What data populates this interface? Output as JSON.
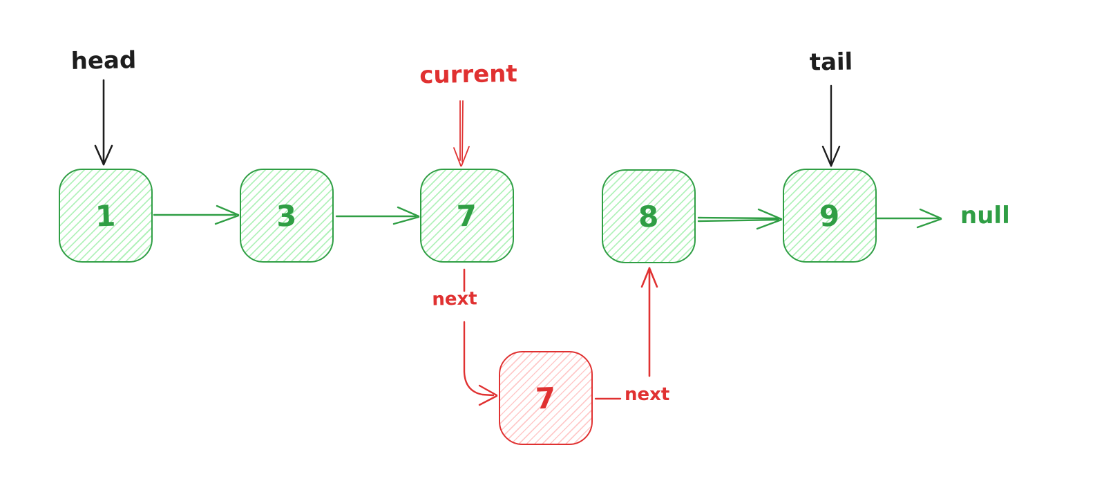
{
  "colors": {
    "green": "#2f9e44",
    "green_fill": "#b2f2bb",
    "red": "#e03131",
    "red_fill": "#ffc9c9",
    "ink": "#1e1e1e"
  },
  "pointers": {
    "head_label": "head",
    "current_label": "current",
    "tail_label": "tail"
  },
  "list_nodes": [
    {
      "value": "1"
    },
    {
      "value": "3"
    },
    {
      "value": "7"
    },
    {
      "value": "8"
    },
    {
      "value": "9"
    }
  ],
  "new_node": {
    "value": "7"
  },
  "labels": {
    "null_label": "null",
    "current_next_label": "next",
    "new_node_next_label": "next"
  }
}
